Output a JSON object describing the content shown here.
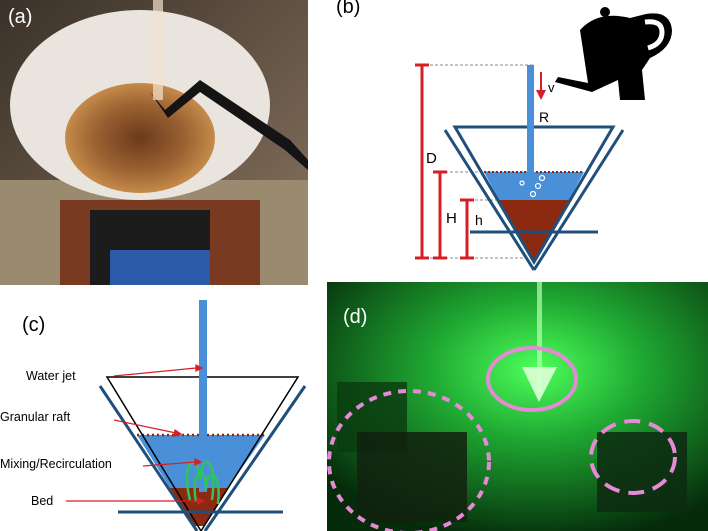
{
  "panels": {
    "a": {
      "label": "(a)"
    },
    "b": {
      "label": "(b)",
      "symbols": {
        "D": "D",
        "H": "H",
        "h": "h",
        "v": "v",
        "R": "R"
      }
    },
    "c": {
      "label": "(c)",
      "annotations": {
        "water_jet": "Water jet",
        "granular_raft": "Granular raft",
        "mixing": "Mixing/Recirculation",
        "bed": "Bed"
      }
    },
    "d": {
      "label": "(d)"
    }
  },
  "colors": {
    "water": "#4a90d9",
    "bed": "#8b2a10",
    "funnel": "#1f4f7a",
    "dimension_red": "#d41f26",
    "laser_green": "#1fb832",
    "highlight_pink": "#e68ad6",
    "kettle": "#000000"
  }
}
